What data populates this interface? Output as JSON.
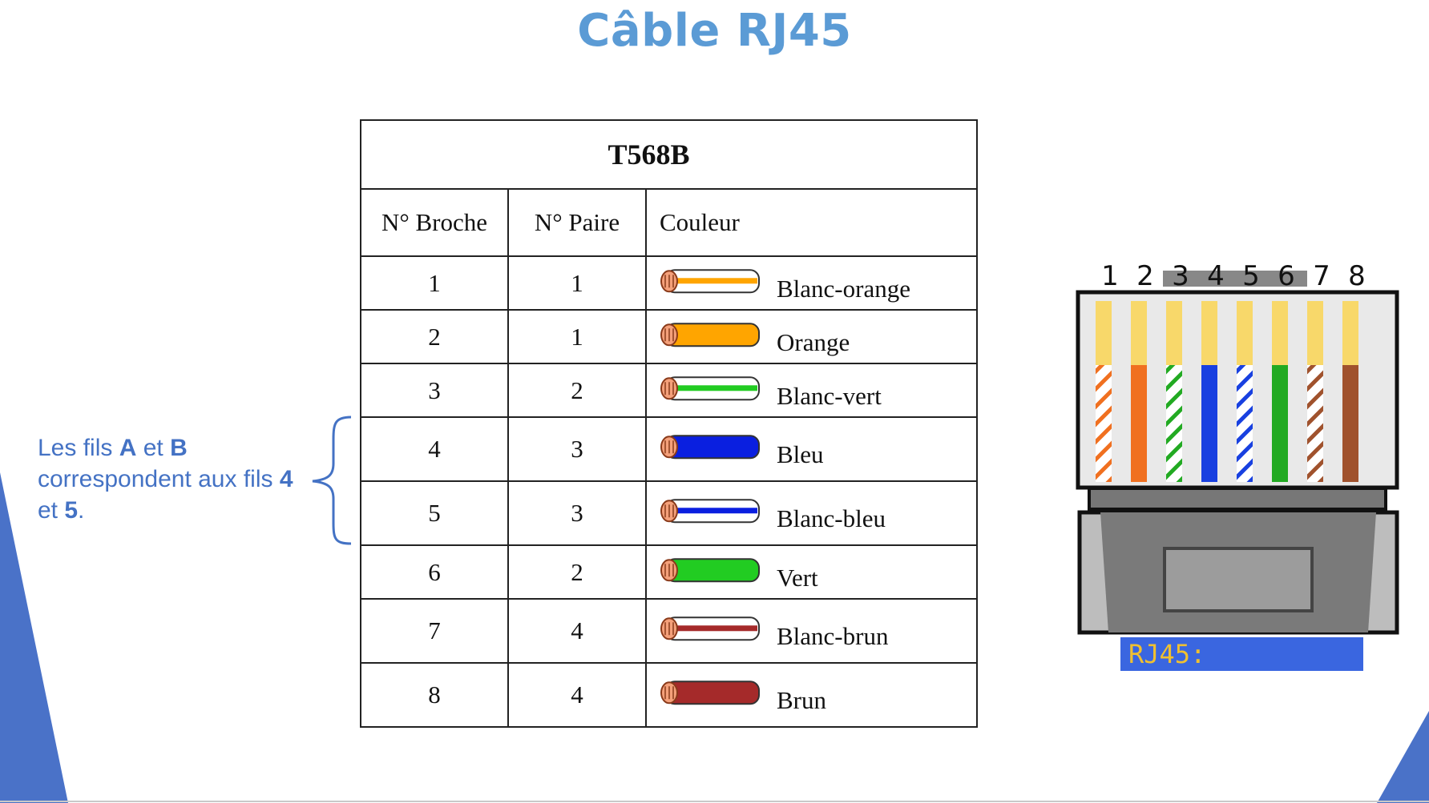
{
  "slide": {
    "title": "Câble RJ45"
  },
  "note": {
    "text_1": "Les fils ",
    "a": "A",
    "text_2": " et ",
    "b": "B",
    "text_3": " correspondent aux fils ",
    "n4": "4",
    "text_4": " et ",
    "n5": "5",
    "text_5": "."
  },
  "table": {
    "title": "T568B",
    "headers": [
      "N° Broche",
      "N° Paire",
      "Couleur"
    ],
    "rows": [
      {
        "broche": "1",
        "paire": "1",
        "couleur": "Blanc-orange",
        "base": "#ffffff",
        "stripe": "#ffa500"
      },
      {
        "broche": "2",
        "paire": "1",
        "couleur": "Orange",
        "base": "#ffa500",
        "stripe": "#ffa500"
      },
      {
        "broche": "3",
        "paire": "2",
        "couleur": "Blanc-vert",
        "base": "#ffffff",
        "stripe": "#22cc22"
      },
      {
        "broche": "4",
        "paire": "3",
        "couleur": "Bleu",
        "base": "#0a1fe0",
        "stripe": "#0a1fe0"
      },
      {
        "broche": "5",
        "paire": "3",
        "couleur": "Blanc-bleu",
        "base": "#ffffff",
        "stripe": "#0a1fe0"
      },
      {
        "broche": "6",
        "paire": "2",
        "couleur": "Vert",
        "base": "#22cc22",
        "stripe": "#22cc22"
      },
      {
        "broche": "7",
        "paire": "4",
        "couleur": "Blanc-brun",
        "base": "#ffffff",
        "stripe": "#a52a2a"
      },
      {
        "broche": "8",
        "paire": "4",
        "couleur": "Brun",
        "base": "#a52a2a",
        "stripe": "#a52a2a"
      }
    ]
  },
  "connector": {
    "pins": [
      "1",
      "2",
      "3",
      "4",
      "5",
      "6",
      "7",
      "8"
    ],
    "label": "RJ45:",
    "wires": [
      {
        "base": "#ffffff",
        "stripe": "#f07020"
      },
      {
        "base": "#f07020",
        "stripe": "#f07020"
      },
      {
        "base": "#ffffff",
        "stripe": "#22aa22"
      },
      {
        "base": "#1840e0",
        "stripe": "#1840e0"
      },
      {
        "base": "#ffffff",
        "stripe": "#1840e0"
      },
      {
        "base": "#22aa22",
        "stripe": "#22aa22"
      },
      {
        "base": "#ffffff",
        "stripe": "#a0522d"
      },
      {
        "base": "#a0522d",
        "stripe": "#a0522d"
      }
    ]
  },
  "colors": {
    "title": "#5b9bd5",
    "note": "#4472c4",
    "corner": "#4472c4"
  }
}
